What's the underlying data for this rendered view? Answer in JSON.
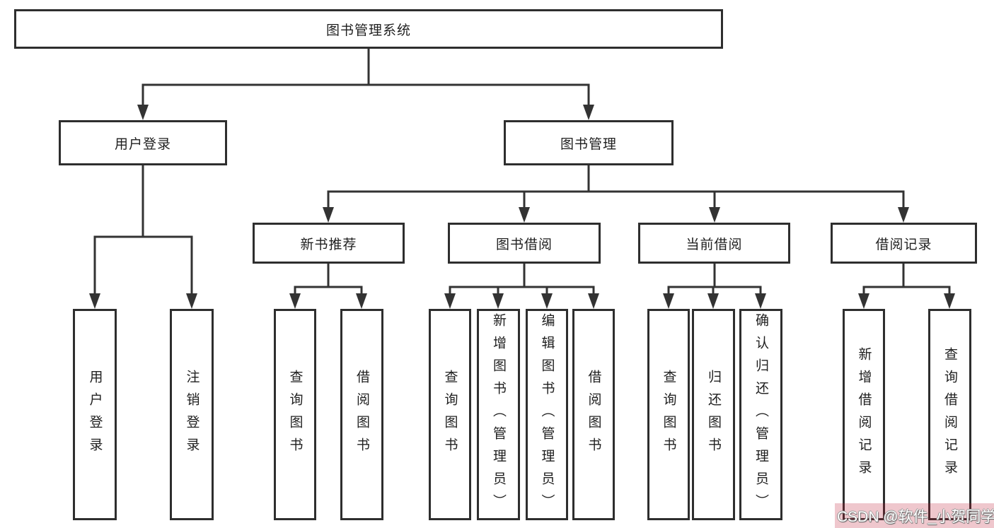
{
  "diagram": {
    "type": "tree-diagram",
    "tree": {
      "label": "图书管理系统",
      "children": [
        {
          "label": "用户登录",
          "children": [
            {
              "label": "用户登录"
            },
            {
              "label": "注销登录"
            }
          ]
        },
        {
          "label": "图书管理",
          "children": [
            {
              "label": "新书推荐",
              "children": [
                {
                  "label": "查询图书"
                },
                {
                  "label": "借阅图书"
                }
              ]
            },
            {
              "label": "图书借阅",
              "children": [
                {
                  "label": "查询图书"
                },
                {
                  "label": "新增图书（管理员）"
                },
                {
                  "label": "编辑图书（管理员）"
                },
                {
                  "label": "借阅图书"
                }
              ]
            },
            {
              "label": "当前借阅",
              "children": [
                {
                  "label": "查询图书"
                },
                {
                  "label": "归还图书"
                },
                {
                  "label": "确认归还（管理员）"
                }
              ]
            },
            {
              "label": "借阅记录",
              "children": [
                {
                  "label": "新增借阅记录"
                },
                {
                  "label": "查询借阅记录"
                }
              ]
            }
          ]
        }
      ]
    },
    "colors": {
      "line": "#333333",
      "box_border": "#2e2e2e",
      "text": "#1f1f1f",
      "background": "#ffffff"
    }
  },
  "watermark": {
    "text": "CSDN @软件_小贺同学",
    "text_color": "#ffffff",
    "bg_color": "rgba(190,20,45,0.24)"
  }
}
